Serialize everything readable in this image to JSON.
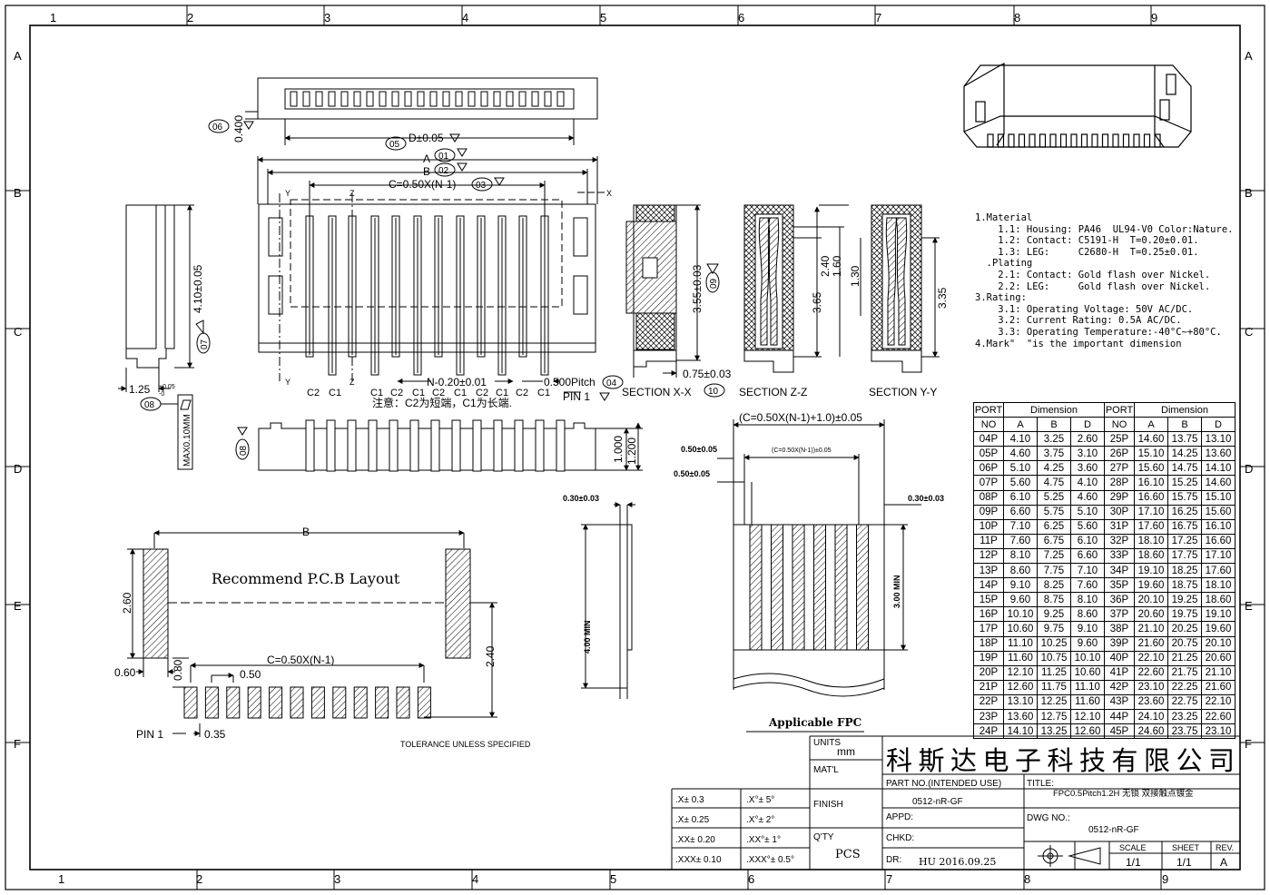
{
  "border": {
    "cols": [
      "1",
      "2",
      "3",
      "4",
      "5",
      "6",
      "7",
      "8",
      "9"
    ],
    "rows": [
      "A",
      "B",
      "C",
      "D",
      "E",
      "F"
    ]
  },
  "views": {
    "top_labels": {
      "d": "D±0.05",
      "a": "A",
      "b": "B",
      "c": "C=0.50X(N-1)",
      "n05": "05",
      "n01": "01",
      "n02": "02",
      "n03": "03",
      "n06": "06",
      "h0400": "0.400"
    },
    "front": {
      "pins": [
        "C2",
        "C1",
        "C1",
        "C2",
        "C1",
        "C2",
        "C1",
        "C2",
        "C1",
        "C2",
        "C1"
      ],
      "n": "N-0.20±0.01",
      "pitch": "0.500Pitch",
      "n04": "04",
      "pin1": "PIN 1",
      "note": "注意：C2为短端，C1为长端.",
      "y": "Y",
      "z": "Z",
      "x": "X"
    },
    "side": {
      "h": "4.10±0.05",
      "n07": "07",
      "w": "1.25",
      "tol": "+0.05",
      "tol2": "-0",
      "n08": "08",
      "flat": "MAX0.10MM"
    },
    "bottom": {
      "h1": "1.000",
      "h2": "1.200",
      "n08": "08"
    },
    "section_xx": {
      "label": "SECTION X-X",
      "h": "3.55±0.03",
      "n09": "09",
      "w": "0.75±0.03",
      "n10": "10"
    },
    "section_zz": {
      "label": "SECTION Z-Z",
      "h1": "2.40",
      "h2": "1.60",
      "h3": "1.30",
      "h4": "3.65"
    },
    "section_yy": {
      "label": "SECTION Y-Y",
      "h": "3.35"
    }
  },
  "pcb": {
    "title": "Recommend P.C.B Layout",
    "b": "B",
    "h260": "2.60",
    "h240": "2.40",
    "w060": "0.60",
    "h080": "0.80",
    "c": "C=0.50X(N-1)",
    "p050": "0.50",
    "pin1": "PIN 1",
    "w035": "0.35",
    "tolerance": "TOLERANCE UNLESS SPECIFIED"
  },
  "fpc": {
    "title": "Applicable FPC",
    "top": "(C=0.50X(N-1)+1.0)±0.05",
    "inner": "(C=0.50X(N-1))±0.05",
    "w1": "0.50±0.05",
    "w2": "0.50±0.05",
    "t": "0.30±0.03",
    "t2": "0.30±0.03",
    "l4": "4.00 MIN",
    "l3": "3.00 MIN"
  },
  "notes": [
    "1.Material",
    "    1.1: Housing: PA46  UL94-V0 Color:Nature.",
    "    1.2: Contact: C5191-H  T=0.20±0.01.",
    "    1.3: LEG:     C2680-H  T=0.25±0.01.",
    "  .Plating",
    "    2.1: Contact: Gold flash over Nickel.",
    "    2.2: LEG:     Gold flash over Nickel.",
    "3.Rating:",
    "    3.1: Operating Voltage: 50V AC/DC.",
    "    3.2: Current Rating: 0.5A AC/DC.",
    "    3.3: Operating Temperature:-40°C~+80°C.",
    "4.Mark\"  \"is the important dimension"
  ],
  "table": {
    "h_port": "PORT",
    "h_no": "NO",
    "h_dim": "Dimension",
    "h_a": "A",
    "h_b": "B",
    "h_d": "D",
    "rows": [
      [
        "04P",
        "4.10",
        "3.25",
        "2.60",
        "25P",
        "14.60",
        "13.75",
        "13.10"
      ],
      [
        "05P",
        "4.60",
        "3.75",
        "3.10",
        "26P",
        "15.10",
        "14.25",
        "13.60"
      ],
      [
        "06P",
        "5.10",
        "4.25",
        "3.60",
        "27P",
        "15.60",
        "14.75",
        "14.10"
      ],
      [
        "07P",
        "5.60",
        "4.75",
        "4.10",
        "28P",
        "16.10",
        "15.25",
        "14.60"
      ],
      [
        "08P",
        "6.10",
        "5.25",
        "4.60",
        "29P",
        "16.60",
        "15.75",
        "15.10"
      ],
      [
        "09P",
        "6.60",
        "5.75",
        "5.10",
        "30P",
        "17.10",
        "16.25",
        "15.60"
      ],
      [
        "10P",
        "7.10",
        "6.25",
        "5.60",
        "31P",
        "17.60",
        "16.75",
        "16.10"
      ],
      [
        "11P",
        "7.60",
        "6.75",
        "6.10",
        "32P",
        "18.10",
        "17.25",
        "16.60"
      ],
      [
        "12P",
        "8.10",
        "7.25",
        "6.60",
        "33P",
        "18.60",
        "17.75",
        "17.10"
      ],
      [
        "13P",
        "8.60",
        "7.75",
        "7.10",
        "34P",
        "19.10",
        "18.25",
        "17.60"
      ],
      [
        "14P",
        "9.10",
        "8.25",
        "7.60",
        "35P",
        "19.60",
        "18.75",
        "18.10"
      ],
      [
        "15P",
        "9.60",
        "8.75",
        "8.10",
        "36P",
        "20.10",
        "19.25",
        "18.60"
      ],
      [
        "16P",
        "10.10",
        "9.25",
        "8.60",
        "37P",
        "20.60",
        "19.75",
        "19.10"
      ],
      [
        "17P",
        "10.60",
        "9.75",
        "9.10",
        "38P",
        "21.10",
        "20.25",
        "19.60"
      ],
      [
        "18P",
        "11.10",
        "10.25",
        "9.60",
        "39P",
        "21.60",
        "20.75",
        "20.10"
      ],
      [
        "19P",
        "11.60",
        "10.75",
        "10.10",
        "40P",
        "22.10",
        "21.25",
        "20.60"
      ],
      [
        "20P",
        "12.10",
        "11.25",
        "10.60",
        "41P",
        "22.60",
        "21.75",
        "21.10"
      ],
      [
        "21P",
        "12.60",
        "11.75",
        "11.10",
        "42P",
        "23.10",
        "22.25",
        "21.60"
      ],
      [
        "22P",
        "13.10",
        "12.25",
        "11.60",
        "43P",
        "23.60",
        "22.75",
        "22.10"
      ],
      [
        "23P",
        "13.60",
        "12.75",
        "12.10",
        "44P",
        "24.10",
        "23.25",
        "22.60"
      ],
      [
        "24P",
        "14.10",
        "13.25",
        "12.60",
        "45P",
        "24.60",
        "23.75",
        "23.10"
      ]
    ]
  },
  "title_block": {
    "company": "科斯达电子科技有限公司",
    "units": "UNITS",
    "mm": "mm",
    "matl": "MAT'L",
    "finish": "FINISH",
    "qty": "Q'TY",
    "pcs": "PCS",
    "part_no_label": "PART NO.(INTENDED USE)",
    "part_no": "0512-nR-GF",
    "title_label": "TITLE:",
    "title": "FPC0.5Pitch1.2H  无锁  双接触点镀金",
    "appd": "APPD:",
    "chkd": "CHKD:",
    "dr": "DR:",
    "dr_val": "HU  2016.09.25",
    "dwg_label": "DWG NO.:",
    "dwg": "0512-nR-GF",
    "scale": "SCALE",
    "scale_v": "1/1",
    "sheet": "SHEET",
    "sheet_v": "1/1",
    "rev": "REV.",
    "rev_v": "A",
    "tol": [
      [
        ".X± 0.3",
        ".X°± 5°"
      ],
      [
        ".X± 0.25",
        ".X°± 2°"
      ],
      [
        ".XX± 0.20",
        ".XX°± 1°"
      ],
      [
        ".XXX± 0.10",
        ".XXX°± 0.5°"
      ]
    ]
  }
}
